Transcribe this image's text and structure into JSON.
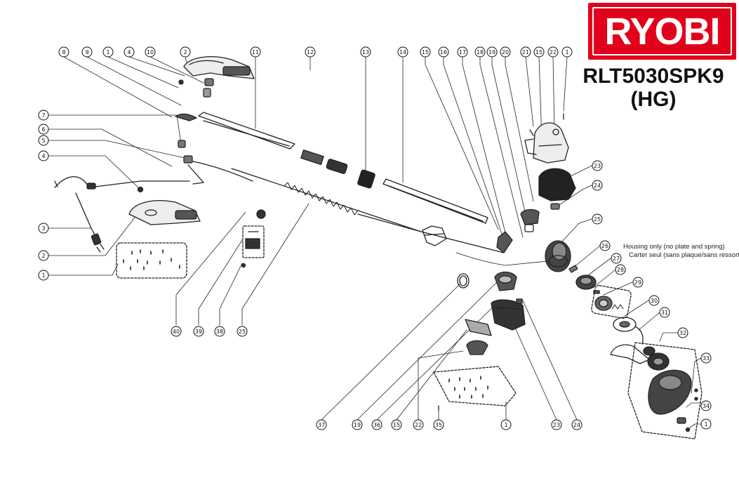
{
  "brand": {
    "logo_text": "RYOBI",
    "color": "#e3001b"
  },
  "model": {
    "line1": "RLT5030SPK9",
    "line2": "(HG)"
  },
  "note": {
    "line1": "Housing only (no plate and spring)",
    "line2": "Carter seul (sans plaque/sans ressort)"
  },
  "callouts": [
    {
      "label": "8"
    },
    {
      "label": "9"
    },
    {
      "label": "1"
    },
    {
      "label": "4"
    },
    {
      "label": "10"
    },
    {
      "label": "2"
    },
    {
      "label": "11"
    },
    {
      "label": "12"
    },
    {
      "label": "13"
    },
    {
      "label": "14"
    },
    {
      "label": "15"
    },
    {
      "label": "16"
    },
    {
      "label": "17"
    },
    {
      "label": "18"
    },
    {
      "label": "19"
    },
    {
      "label": "20"
    },
    {
      "label": "21"
    },
    {
      "label": "15"
    },
    {
      "label": "22"
    },
    {
      "label": "1"
    },
    {
      "label": "7"
    },
    {
      "label": "6"
    },
    {
      "label": "5"
    },
    {
      "label": "4"
    },
    {
      "label": "3"
    },
    {
      "label": "2"
    },
    {
      "label": "1"
    },
    {
      "label": "23"
    },
    {
      "label": "24"
    },
    {
      "label": "25"
    },
    {
      "label": "26"
    },
    {
      "label": "27"
    },
    {
      "label": "28"
    },
    {
      "label": "29"
    },
    {
      "label": "30"
    },
    {
      "label": "31"
    },
    {
      "label": "32"
    },
    {
      "label": "33"
    },
    {
      "label": "34"
    },
    {
      "label": "1"
    },
    {
      "label": "40"
    },
    {
      "label": "39"
    },
    {
      "label": "38"
    },
    {
      "label": "25"
    },
    {
      "label": "37"
    },
    {
      "label": "19"
    },
    {
      "label": "36"
    },
    {
      "label": "15"
    },
    {
      "label": "22"
    },
    {
      "label": "35"
    },
    {
      "label": "1"
    },
    {
      "label": "23"
    },
    {
      "label": "24"
    }
  ]
}
